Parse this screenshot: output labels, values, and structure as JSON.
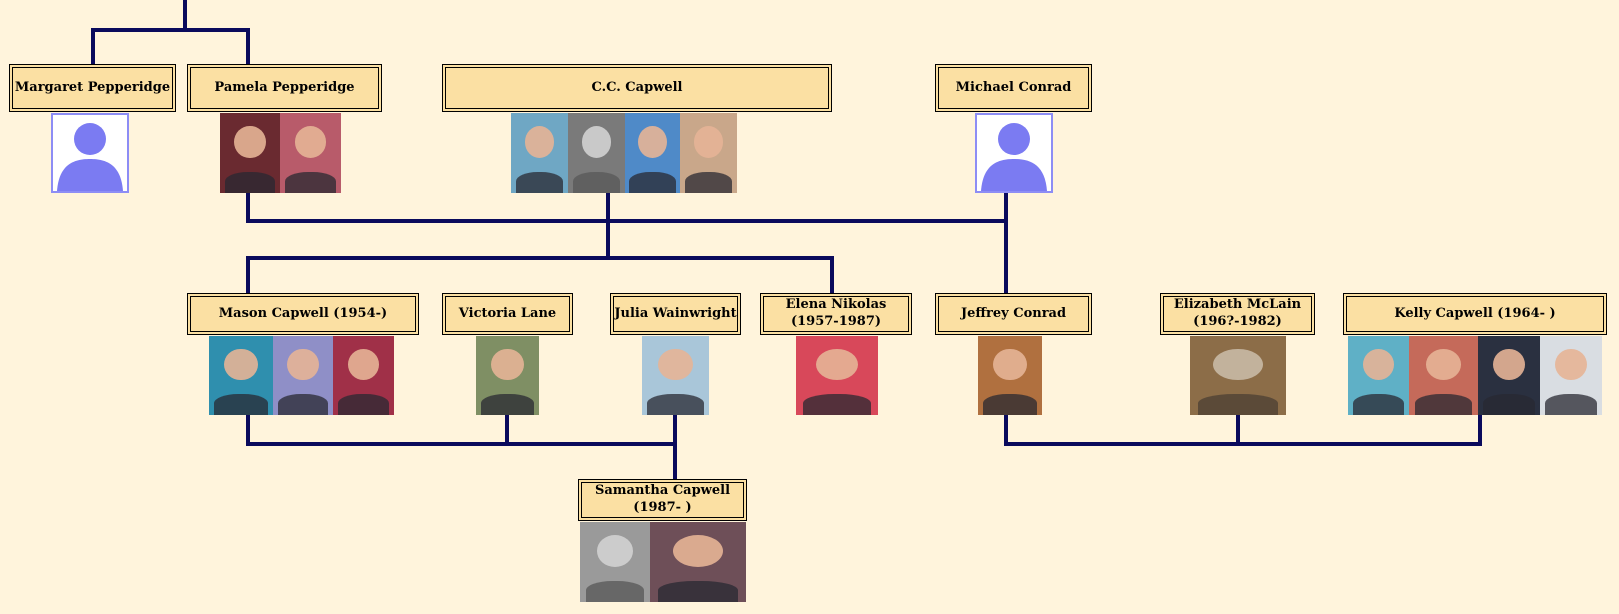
{
  "title": "Capwell family tree",
  "colors": {
    "background": "#fff4dc",
    "box_fill": "#fbe0a3",
    "line": "#0a0a5c",
    "silhouette": "#7b7bf2"
  },
  "people": {
    "margaret_pepperidge": {
      "name": "Margaret Pepperidge",
      "photo": "silhouette-icon"
    },
    "pamela_pepperidge": {
      "name": "Pamela Pepperidge",
      "photos": 2
    },
    "cc_capwell": {
      "name": "C.C. Capwell",
      "photos": 4
    },
    "michael_conrad": {
      "name": "Michael Conrad",
      "photo": "silhouette-icon"
    },
    "mason_capwell": {
      "name": "Mason Capwell (1954-)",
      "photos": 3
    },
    "victoria_lane": {
      "name": "Victoria Lane",
      "photos": 1
    },
    "julia_wainwright": {
      "name": "Julia Wainwright",
      "photos": 1
    },
    "elena_nikolas": {
      "name": "Elena Nikolas",
      "dates": "(1957-1987)",
      "photos": 1
    },
    "jeffrey_conrad": {
      "name": "Jeffrey Conrad",
      "photos": 1
    },
    "elizabeth_mclain": {
      "name": "Elizabeth McLain",
      "dates": "(196?-1982)",
      "photos": 1
    },
    "kelly_capwell": {
      "name": "Kelly Capwell (1964- )",
      "photos": 4
    },
    "samantha_capwell": {
      "name": "Samantha Capwell",
      "dates": "(1987- )",
      "photos": 2
    }
  }
}
